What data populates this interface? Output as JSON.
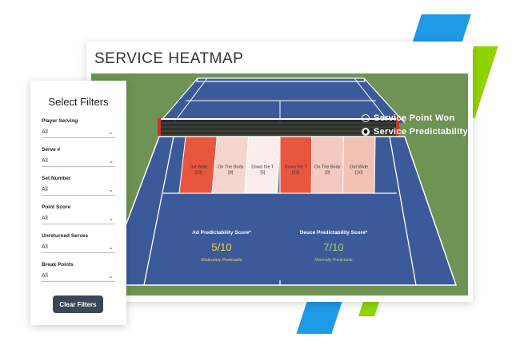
{
  "card": {
    "title": "SERVICE HEATMAP"
  },
  "legend": [
    {
      "label": "Service Point Won",
      "selected": false
    },
    {
      "label": "Service Predictability",
      "selected": true
    }
  ],
  "heatmap": {
    "ad_side": [
      {
        "label": "Out Wide",
        "count": "[29]",
        "color": "#e8573d"
      },
      {
        "label": "On The Body",
        "count": "[8]",
        "color": "#f6d4ce"
      },
      {
        "label": "Down the T",
        "count": "[5]",
        "color": "#fbeeea"
      }
    ],
    "deuce_side": [
      {
        "label": "Down the T",
        "count": "[23]",
        "color": "#e8573d"
      },
      {
        "label": "On The Body",
        "count": "[9]",
        "color": "#f4c9bf"
      },
      {
        "label": "Out Wide",
        "count": "[10]",
        "color": "#f2c1b6"
      }
    ]
  },
  "scores": {
    "ad": {
      "label": "Ad Predictability Score*",
      "value": "5/10",
      "desc": "Moderately Predictable",
      "color": "#f1d44a"
    },
    "deuce": {
      "label": "Deuce Predictability Score*",
      "value": "7/10",
      "desc": "Minimally Predictable",
      "color": "#a7d36c"
    }
  },
  "filters": {
    "title": "Select Filters",
    "items": [
      {
        "label": "Player Serving",
        "value": "All"
      },
      {
        "label": "Serve #",
        "value": "All"
      },
      {
        "label": "Set Number",
        "value": "All"
      },
      {
        "label": "Point Score",
        "value": "All"
      },
      {
        "label": "Unreturned Serves",
        "value": "All"
      },
      {
        "label": "Break Points",
        "value": "All"
      }
    ],
    "clear_label": "Clear Filters"
  },
  "colors": {
    "court": "#3c5a9a",
    "surround": "#6e9355",
    "button": "#3b4758"
  }
}
